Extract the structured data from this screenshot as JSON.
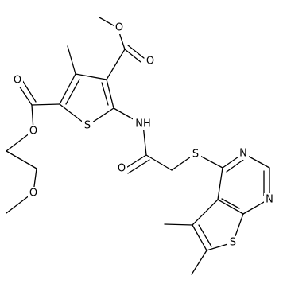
{
  "structure": {
    "atoms": {
      "ester3_o_carbonyl": "O",
      "ester3_o_ether": "O",
      "thiophene_s": "S",
      "amide_n": "NH",
      "ester5_o_carbonyl": "O",
      "ester5_o_ether": "O",
      "side_chain_o": "O",
      "amide_o": "O",
      "thioether_s": "S",
      "pyrimidine_n3": "N",
      "pyrimidine_n1": "N",
      "thienopyrimidine_s": "S"
    }
  }
}
